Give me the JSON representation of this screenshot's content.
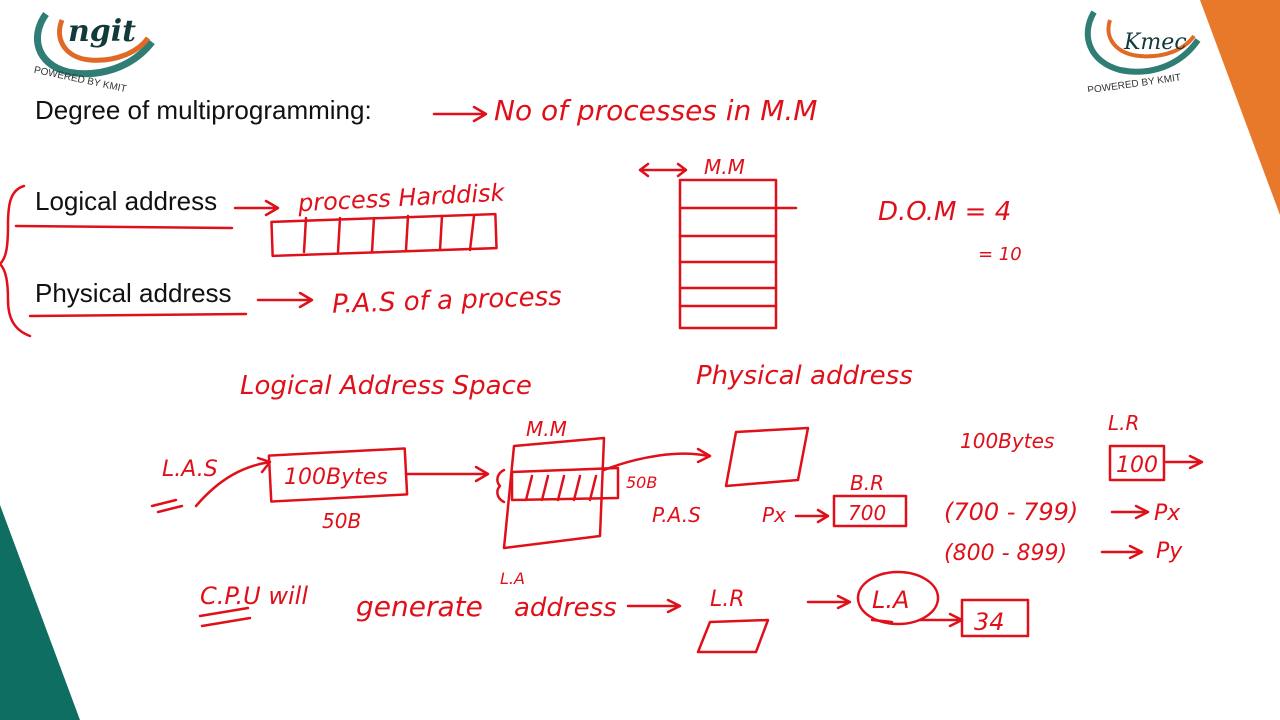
{
  "slide": {
    "logo_left": {
      "name": "ngit",
      "tagline": "POWERED BY KMIT"
    },
    "logo_right": {
      "name": "Kmec",
      "tagline": "POWERED BY KMIT"
    },
    "typed_text": {
      "degree": "Degree of multiprogramming:",
      "logical": "Logical address",
      "physical": "Physical address"
    },
    "handwriting": {
      "no_of_processes": "No of processes in M.M",
      "mm_top": "M.M",
      "process_harddisk": "process Harddisk",
      "dom": "D.O.M = 4",
      "eq10": "= 10",
      "pas_of_process": "P.A.S of a process",
      "las_title": "Logical Address Space",
      "physical_title": "Physical address",
      "las": "L.A.S",
      "hundred_bytes": "100Bytes",
      "fifty_b": "50B",
      "mm_mid": "M.M",
      "fifty_b_right": "50B",
      "pas": "P.A.S",
      "px": "Px",
      "br_label": "B.R",
      "br_value": "700",
      "hundred_bytes_right": "100Bytes",
      "lr_label": "L.R",
      "lr_value": "100",
      "range1": "(700 - 799)",
      "range1_target": "Px",
      "range2": "(800 - 899)",
      "range2_target": "Py",
      "cpu": "C.P.U will",
      "generate": "generate",
      "la_small": "L.A",
      "address": "address",
      "lr_bottom": "L.R",
      "la_circle": "L.A",
      "thirty_four": "34"
    },
    "colors": {
      "ink": "#e0101a",
      "teal": "#0e6e62",
      "orange": "#e8782a",
      "logo_teal": "#2f7d74",
      "logo_orange": "#e06a25"
    }
  }
}
